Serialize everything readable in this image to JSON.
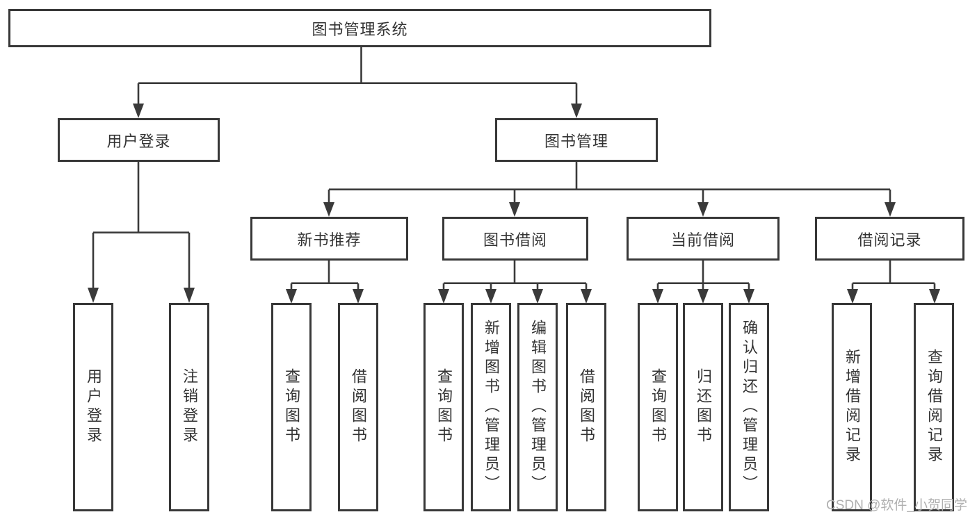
{
  "watermark": {
    "text": "CSDN @软件_小贺同学"
  },
  "colors": {
    "line": "#3a3a3a",
    "border": "#383838",
    "text": "#333333",
    "watermark_text": "#b0b0b0",
    "background": "#ffffff"
  },
  "nodes": {
    "root": {
      "label": "图书管理系统"
    },
    "user_login": {
      "label": "用户登录"
    },
    "book_mgmt": {
      "label": "图书管理"
    },
    "new_book_rec": {
      "label": "新书推荐"
    },
    "book_borrow": {
      "label": "图书借阅"
    },
    "current_borrow": {
      "label": "当前借阅"
    },
    "borrow_record": {
      "label": "借阅记录"
    },
    "leaf_user_login": {
      "label": "用户登录"
    },
    "leaf_logout": {
      "label": "注销登录"
    },
    "leaf_nbr_query": {
      "label": "查询图书"
    },
    "leaf_nbr_borrow": {
      "label": "借阅图书"
    },
    "leaf_bb_query": {
      "label": "查询图书"
    },
    "leaf_bb_add": {
      "label": "新增图书（管理员）"
    },
    "leaf_bb_edit": {
      "label": "编辑图书（管理员）"
    },
    "leaf_bb_borrow": {
      "label": "借阅图书"
    },
    "leaf_cb_query": {
      "label": "查询图书"
    },
    "leaf_cb_return": {
      "label": "归还图书"
    },
    "leaf_cb_confirm": {
      "label": "确认归还（管理员）"
    },
    "leaf_br_add": {
      "label": "新增借阅记录"
    },
    "leaf_br_query": {
      "label": "查询借阅记录"
    }
  }
}
